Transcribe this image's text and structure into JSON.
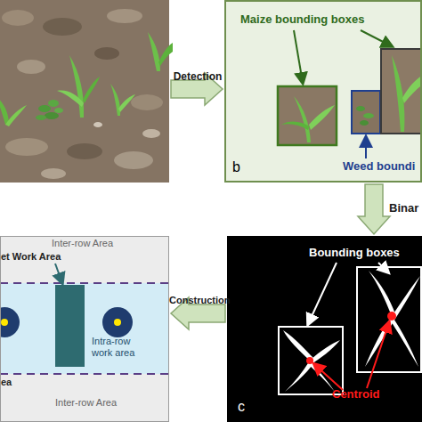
{
  "diagram": {
    "nodes": [
      {
        "text": []
      },
      {
        "text": [
          "Maize bounding boxes",
          "b",
          "Weed boundi"
        ]
      },
      {
        "text": [
          "Bounding boxes",
          "Centroid",
          "c"
        ]
      },
      {
        "text": [
          "Inter-row Area",
          "et Work Area",
          "Intra-row work area",
          "ea",
          "Inter-row Area"
        ]
      }
    ],
    "edges": [
      {
        "from": 0,
        "to": 1,
        "label": "Detection",
        "arrow": "to"
      },
      {
        "from": 1,
        "to": 2,
        "label": "Binar",
        "arrow": "to"
      },
      {
        "from": 2,
        "to": 3,
        "label": "Construction",
        "arrow": "to"
      }
    ]
  }
}
